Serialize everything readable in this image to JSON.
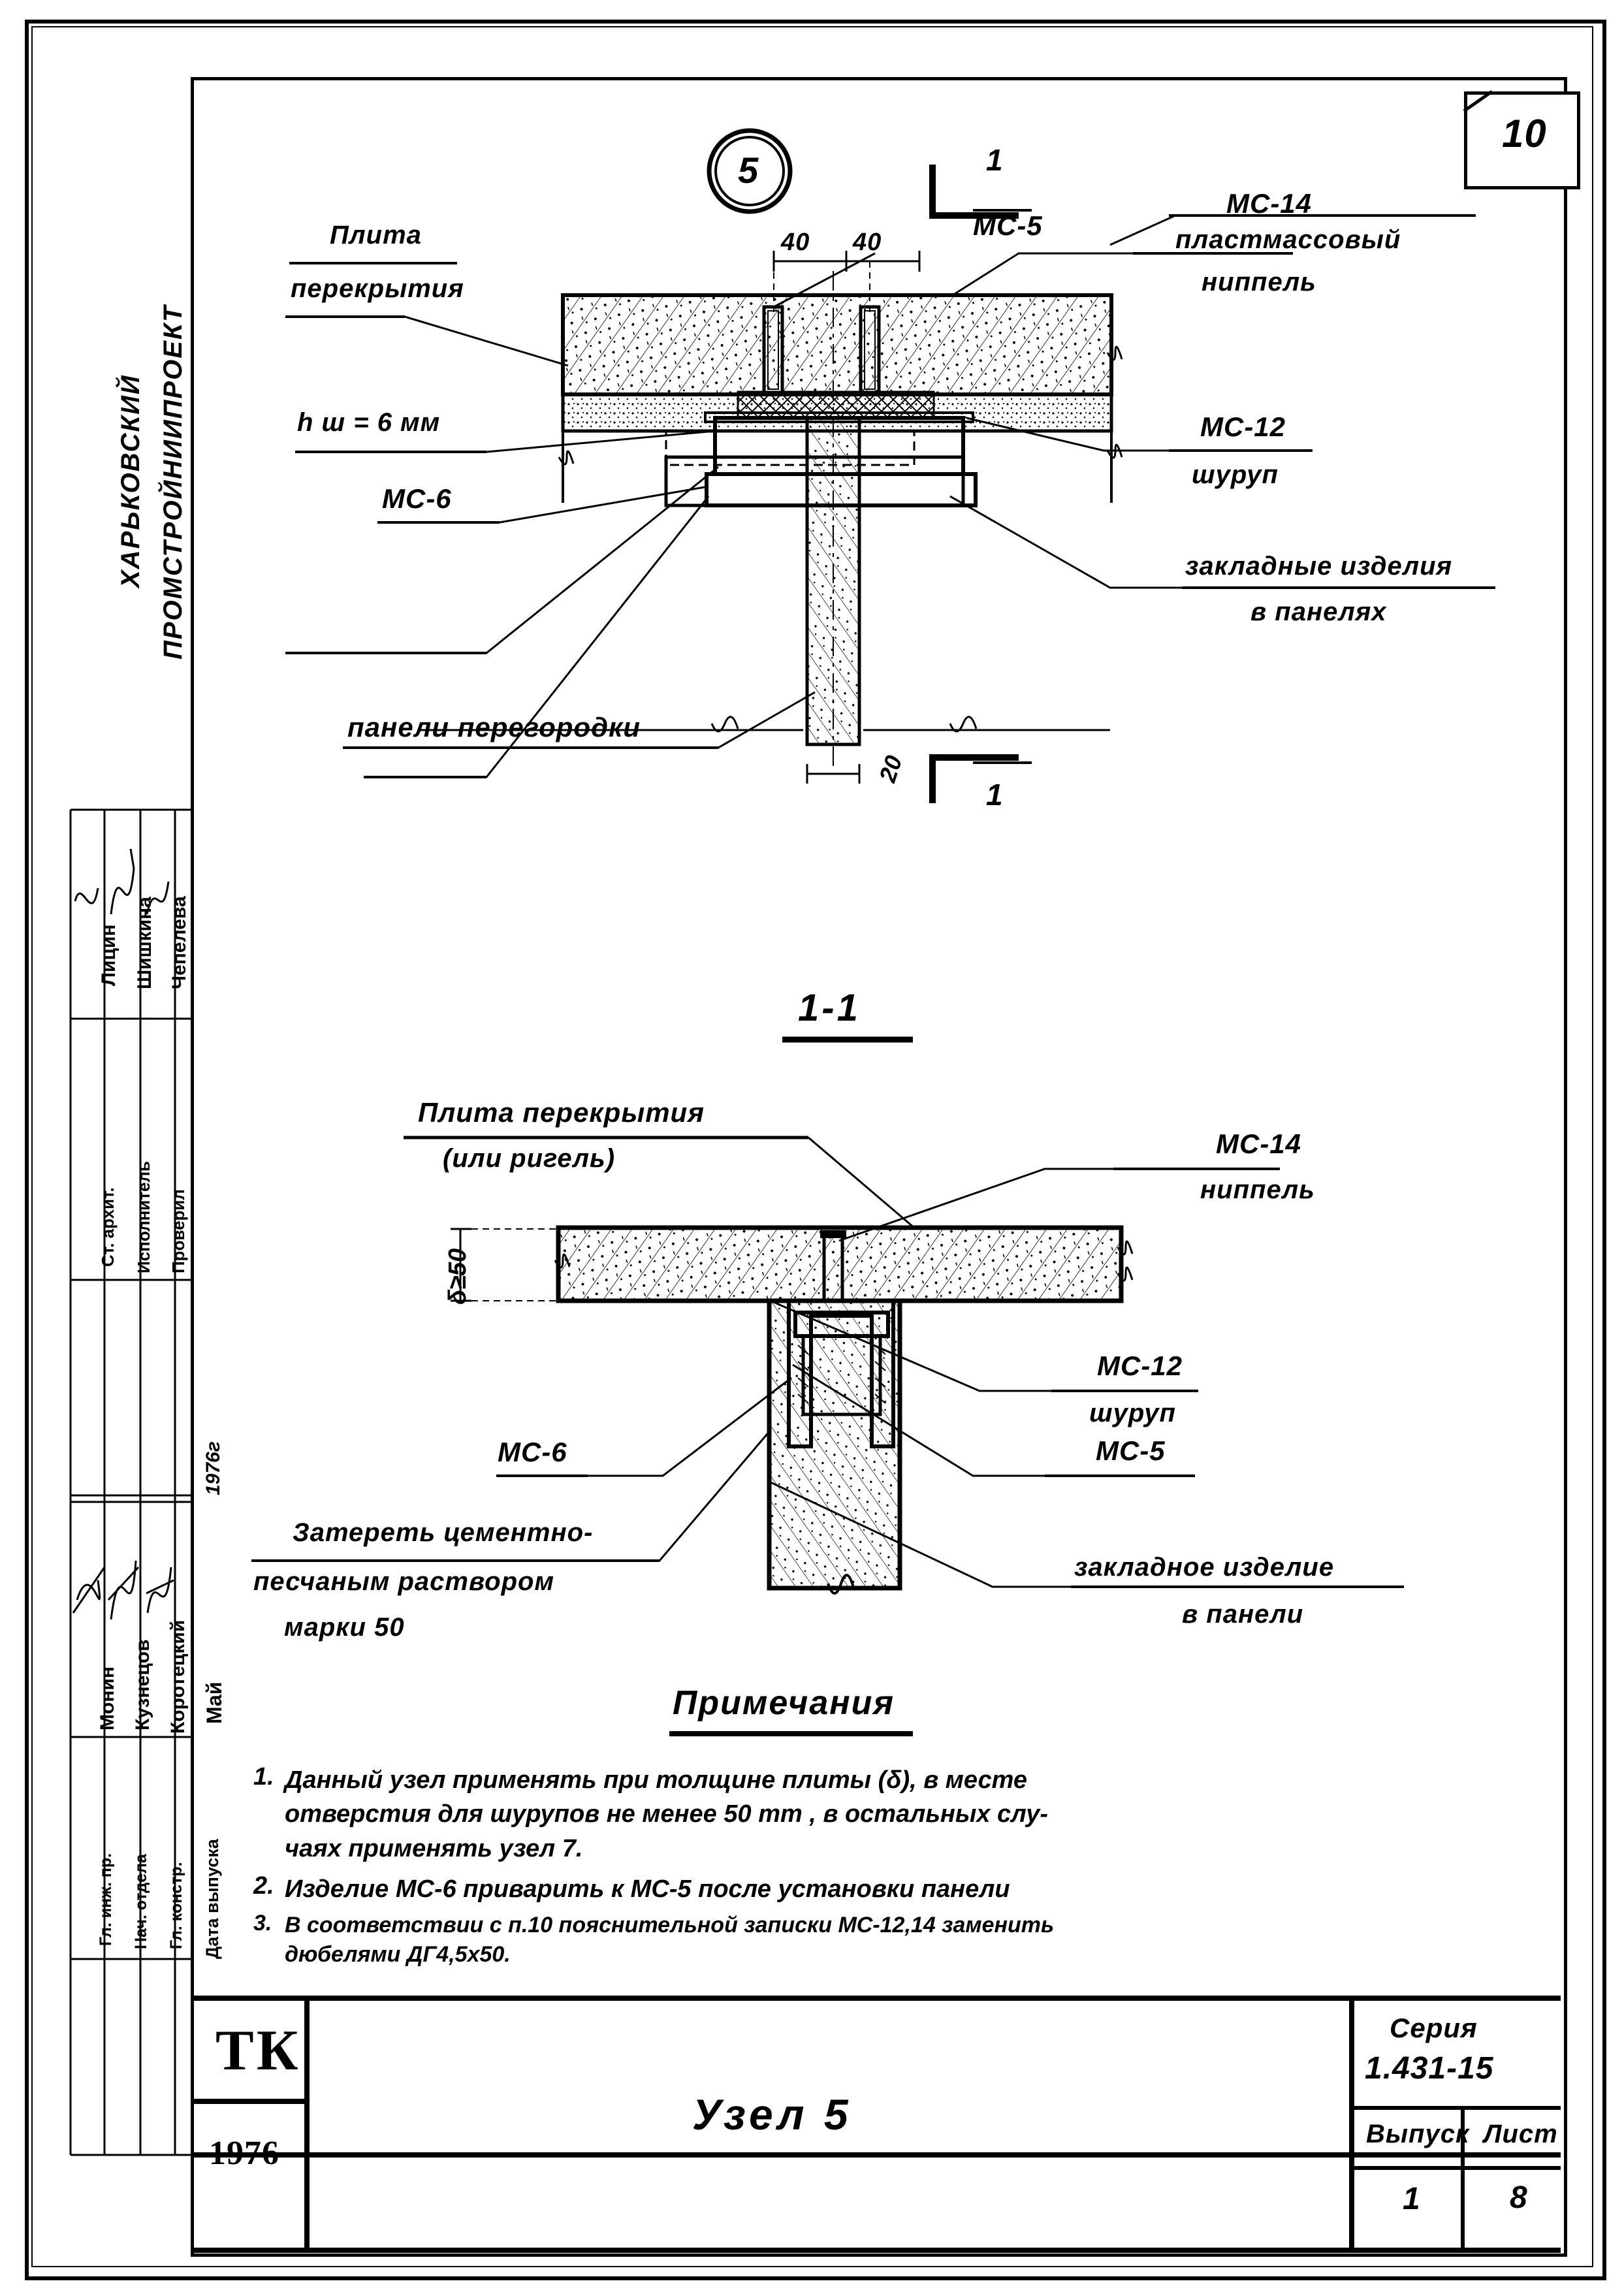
{
  "sheet": {
    "page_number": "10",
    "org_line1": "ХАРЬКОВСКИЙ",
    "org_line2": "ПРОМСТРОЙНИИПРОЕКТ"
  },
  "detail_marker": {
    "number": "5"
  },
  "top_view": {
    "dim_40_left": "40",
    "dim_40_right": "40",
    "dim_20": "20",
    "section_mark_top": "1",
    "section_mark_bottom": "1",
    "labels": {
      "plate_l1": "Плита",
      "plate_l2": "перекрытия",
      "weld": "h ш = 6 мм",
      "mc6": "МС-6",
      "mc5": "МС-5",
      "mc14_l1": "МС-14",
      "mc14_l2": "пластмассовый",
      "mc14_l3": "ниппель",
      "mc12_l1": "МС-12",
      "mc12_l2": "шуруп",
      "embed_l1": "закладные изделия",
      "embed_l2": "в панелях",
      "partition": "панели перегородки"
    }
  },
  "section_view": {
    "title": "1-1",
    "dim_delta": "δ≥50",
    "labels": {
      "plate_l1": "Плита  перекрытия",
      "plate_l2": "(или ригель)",
      "mc14_l1": "МС-14",
      "mc14_l2": "ниппель",
      "mc12_l1": "МС-12",
      "mc12_l2": "шуруп",
      "mc5": "МС-5",
      "mc6": "МС-6",
      "embed_l1": "закладное изделие",
      "embed_l2": "в панели",
      "grout_l1": "Затереть цементно-",
      "grout_l2": "песчаным раствором",
      "grout_l3": "марки  50"
    }
  },
  "notes": {
    "title": "Примечания",
    "items": [
      {
        "num": "1.",
        "lines": [
          "Данный  узел  применять  при  толщине  плиты (δ), в месте",
          "отверстия  для  шурупов  не  менее  50 mm ,  в остальных слу-",
          "чаях  применять  узел  7."
        ]
      },
      {
        "num": "2.",
        "lines": [
          "Изделие МС-6 приварить к МС-5 после установки панели"
        ]
      },
      {
        "num": "3.",
        "lines": [
          "В соответствии с п.10 пояснительной записки МС-12,14 заменить",
          "дюбелями ДГ4,5х50."
        ]
      }
    ]
  },
  "title_block": {
    "stamp": "ТК",
    "stamp_year": "1976",
    "drawing_name": "Узел  5",
    "series_label": "Серия",
    "series_value": "1.431-15",
    "issue_label": "Выпуск",
    "issue_value": "1",
    "sheet_label": "Лист",
    "sheet_value": "8",
    "rows": [
      {
        "role": "Гл. инж. пр.",
        "name": "Монин",
        "sig": "signature"
      },
      {
        "role": "Нач. отдела",
        "name": "Кузнецов",
        "sig": "signature"
      },
      {
        "role": "Гл. констр.",
        "name": "Коротецкий",
        "sig": "signature"
      },
      {
        "role": "Дата выпуска",
        "name": "Май",
        "sig": "1976г"
      }
    ],
    "cols": [
      {
        "role": "Ст. архит.",
        "name": "Лицин",
        "sig": "signature"
      },
      {
        "role": "Исполнитель",
        "name": "Шишкина",
        "sig": "signature"
      },
      {
        "role": "Проверил",
        "name": "Чепелева",
        "sig": "signature"
      }
    ]
  }
}
